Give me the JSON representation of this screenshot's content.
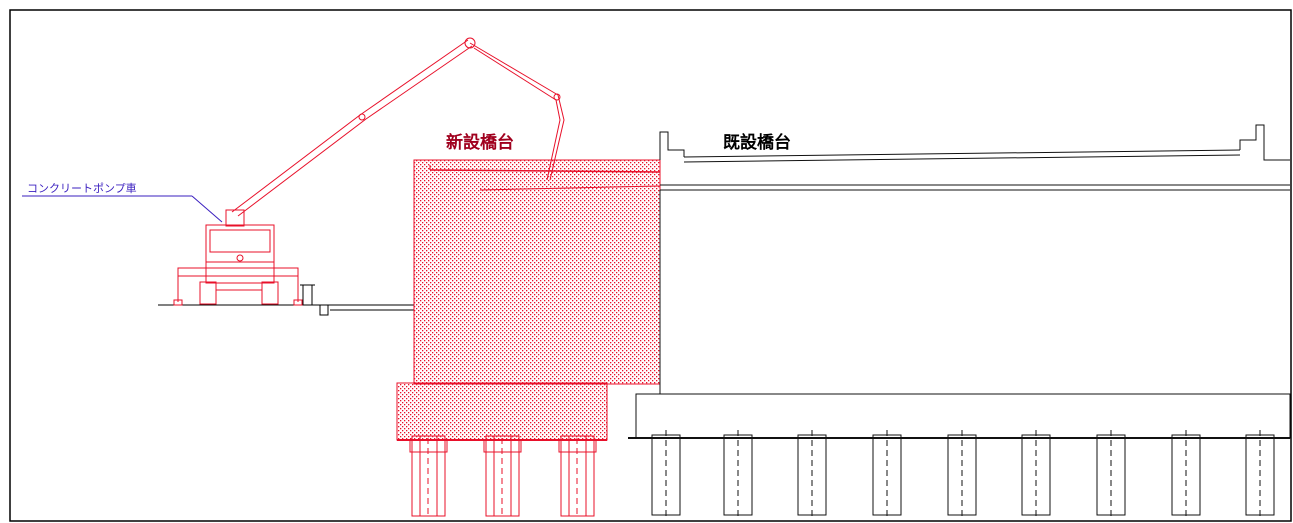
{
  "labels": {
    "new_abutment": "新設橋台",
    "existing_abutment": "既設橋台",
    "pump_truck": "コンクリートポンプ車"
  },
  "colors": {
    "new_structure": "#e8102a",
    "existing_structure": "#111111",
    "pump_label": "#3a1fbf",
    "new_label": "#a0001e",
    "background": "#ffffff"
  },
  "piles": {
    "new_count": 3,
    "existing_count": 9
  }
}
